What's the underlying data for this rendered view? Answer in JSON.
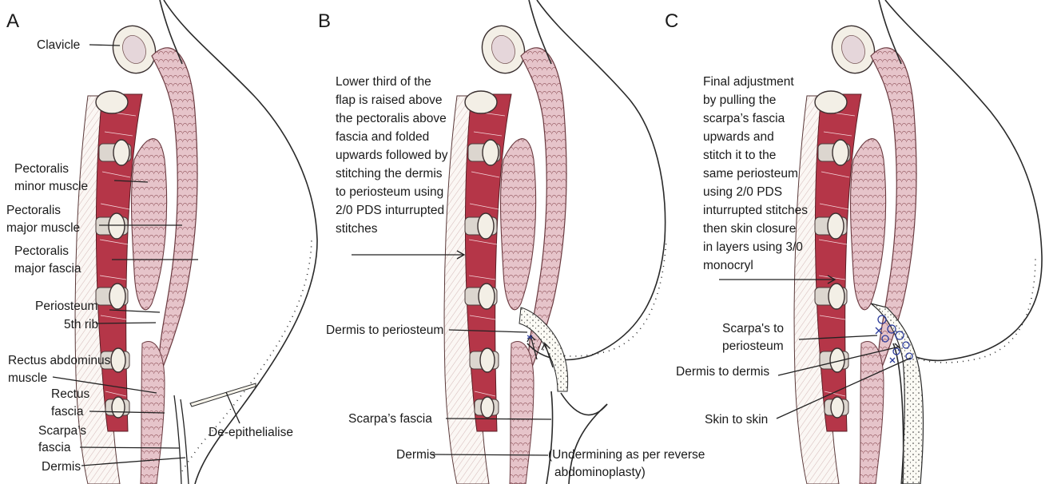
{
  "panels": [
    "A",
    "B",
    "C"
  ],
  "panel_a": {
    "clavicle": "Clavicle",
    "pec_minor": [
      "Pectoralis",
      "minor muscle"
    ],
    "pec_major": [
      "Pectoralis",
      "major muscle"
    ],
    "pec_fascia": [
      "Pectoralis",
      "major fascia"
    ],
    "periosteum": [
      "Periosteum",
      "5th rib"
    ],
    "rectus_muscle": [
      "Rectus abdominus",
      "muscle"
    ],
    "rectus_fascia": [
      "Rectus",
      "fascia"
    ],
    "scarpa": [
      "Scarpa’s",
      "fascia"
    ],
    "dermis": "Dermis",
    "deepith": "De-epithelialise"
  },
  "panel_b": {
    "note": [
      "Lower third of the",
      "flap is raised above",
      "the pectoralis above",
      "fascia and folded",
      "upwards followed by",
      "stitching the dermis",
      "to periosteum using",
      "2/0 PDS inturrupted",
      "stitches"
    ],
    "dermis_periosteum": "Dermis to periosteum",
    "scarpa": "Scarpa’s fascia",
    "dermis": "Dermis",
    "undermining": [
      "(Undermining as per reverse",
      "abdominoplasty)"
    ]
  },
  "panel_c": {
    "note": [
      "Final adjustment",
      "by pulling the",
      "scarpa’s fascia",
      "upwards and",
      "stitch it to the",
      "same periosteum",
      "using 2/0 PDS",
      "inturrupted stitches",
      "then skin closure",
      "in layers using 3/0",
      "monocryl"
    ],
    "scarpa_periosteum": [
      "Scarpa's to",
      "periosteum"
    ],
    "dermis_dermis": "Dermis to dermis",
    "skin_skin": "Skin to skin"
  }
}
